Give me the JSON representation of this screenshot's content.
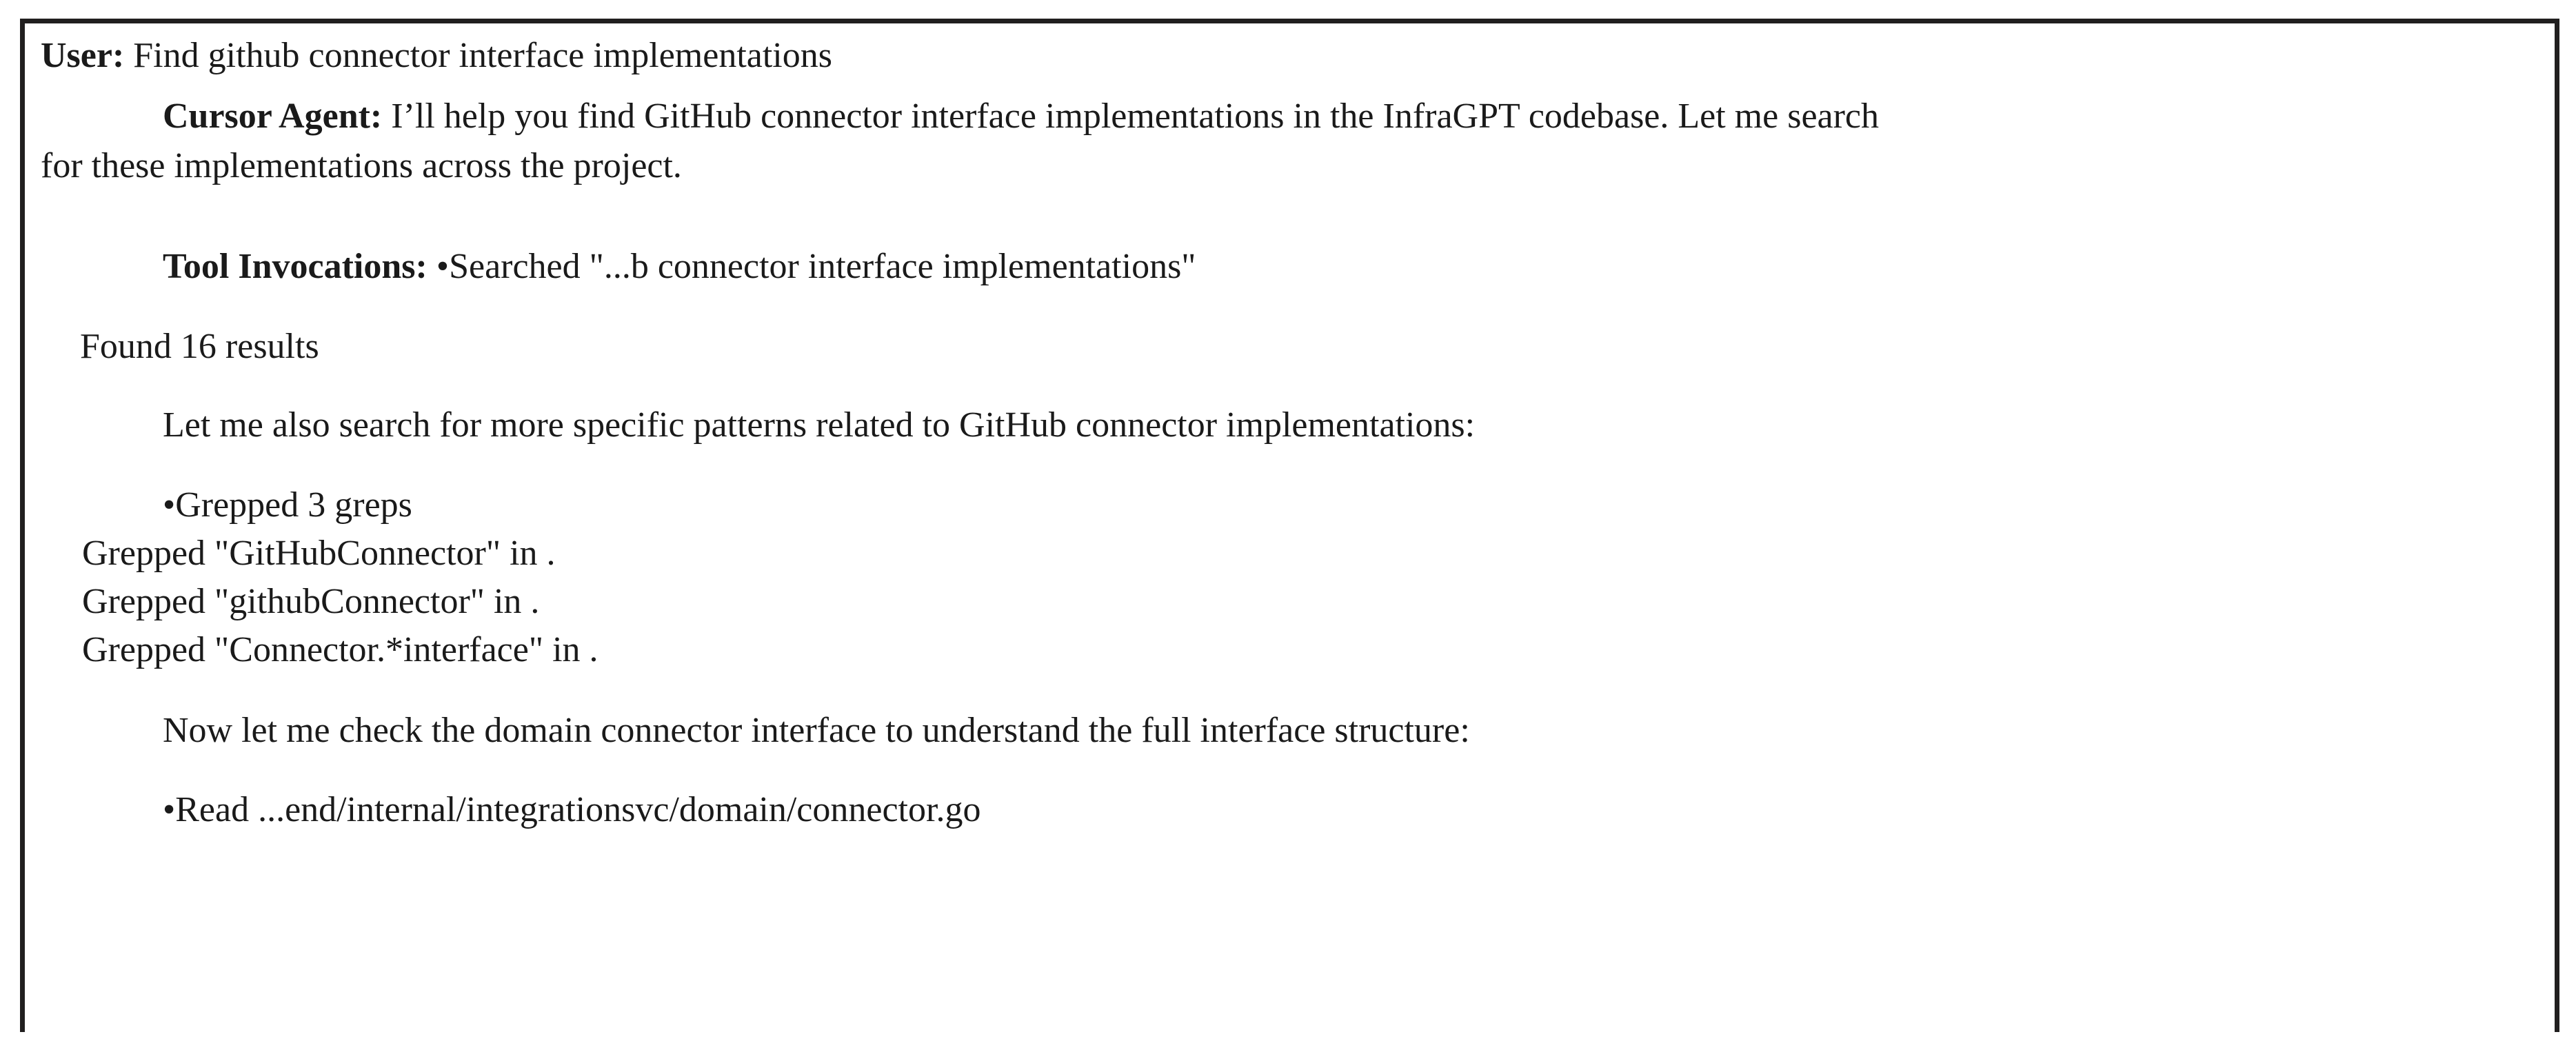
{
  "document": {
    "type": "chat-transcript-figure",
    "border_color": "#211f1f",
    "text_color": "#1a1a1a",
    "background": "#ffffff"
  },
  "transcript": {
    "user_turn": {
      "role_label": "User:",
      "message": " Find github connector interface implementations"
    },
    "agent_turn": {
      "role_label": "Cursor Agent:",
      "message_line_1": " I’ll help you find GitHub connector interface implementations in the InfraGPT codebase. Let me search",
      "message_line_2": "for these implementations across the project."
    },
    "tool_invocations": {
      "label": "Tool Invocations:",
      "bullet": "•",
      "first_call": "Searched \"...b connector interface implementations\"",
      "result_count_line": "Found 16 results"
    },
    "followup_1": "Let me also search for more specific patterns related to GitHub connector implementations:",
    "grep_group": {
      "bullet": "•",
      "summary": "Grepped 3 greps",
      "entries": [
        "Grepped \"GitHubConnector\" in .",
        "Grepped \"githubConnector\" in .",
        "Grepped \"Connector.*interface\" in ."
      ]
    },
    "followup_2": "Now let me check the domain connector interface to understand the full interface structure:",
    "read_call": {
      "bullet": "•",
      "text": "Read ...end/internal/integrationsvc/domain/connector.go"
    }
  }
}
